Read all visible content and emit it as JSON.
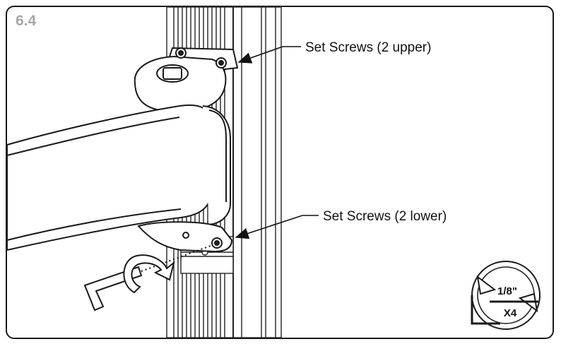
{
  "step": {
    "number": "6.4"
  },
  "callouts": {
    "upper": "Set Screws (2 upper)",
    "lower": "Set Screws (2 lower)"
  },
  "tool_badge": {
    "size": "1/8\"",
    "quantity": "X4"
  },
  "icons": [
    "hex-key-icon",
    "rotation-arrow-icon",
    "tool-size-badge-icon"
  ],
  "colors": {
    "line": "#1a1a1a",
    "step_number": "#a7a7a7",
    "background": "#ffffff"
  }
}
